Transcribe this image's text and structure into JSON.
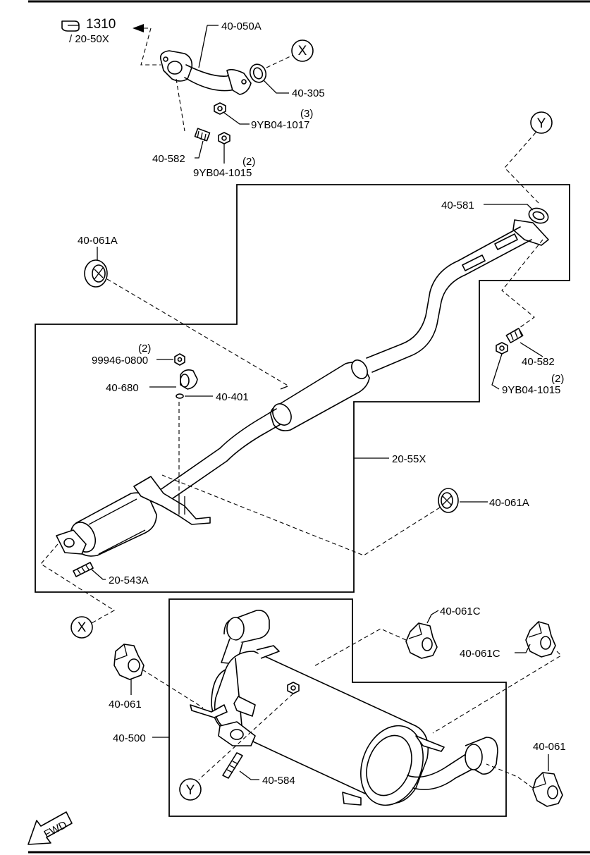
{
  "reference": {
    "main": "1310",
    "sub": "/ 20-50X"
  },
  "callouts": {
    "x": "X",
    "y": "Y"
  },
  "fwd": "FWD",
  "labels": {
    "p40_050A": "40-050A",
    "p40_305": "40-305",
    "p9YB04_1017": "9YB04-1017",
    "p9YB04_1017_qty": "(3)",
    "p40_582_top": "40-582",
    "p9YB04_1015_top": "9YB04-1015",
    "p9YB04_1015_top_qty": "(2)",
    "p40_581": "40-581",
    "p40_061A_top": "40-061A",
    "p99946_0800": "99946-0800",
    "p99946_0800_qty": "(2)",
    "p40_680": "40-680",
    "p40_401": "40-401",
    "p40_582_right": "40-582",
    "p9YB04_1015_right": "9YB04-1015",
    "p9YB04_1015_right_qty": "(2)",
    "p20_55X": "20-55X",
    "p40_061A_right": "40-061A",
    "p20_543A": "20-543A",
    "p40_061C_a": "40-061C",
    "p40_061C_b": "40-061C",
    "p40_061_left": "40-061",
    "p40_500": "40-500",
    "p40_584": "40-584",
    "p40_061_right": "40-061"
  }
}
